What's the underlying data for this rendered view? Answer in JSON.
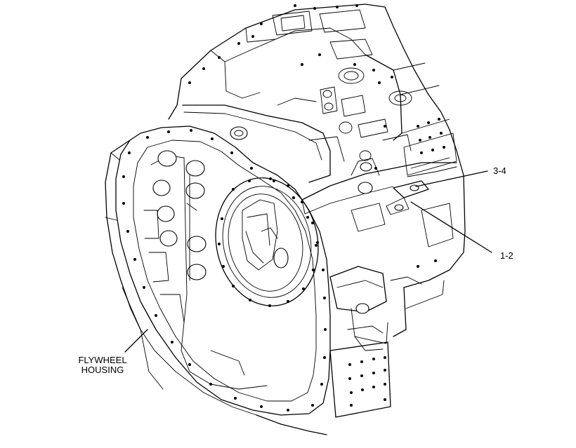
{
  "callouts": {
    "item_3_4": "3-4",
    "item_1_2": "1-2",
    "flywheel_line1": "FLYWHEEL",
    "flywheel_line2": "HOUSING"
  },
  "colors": {
    "line": "#000000",
    "background": "#ffffff"
  }
}
